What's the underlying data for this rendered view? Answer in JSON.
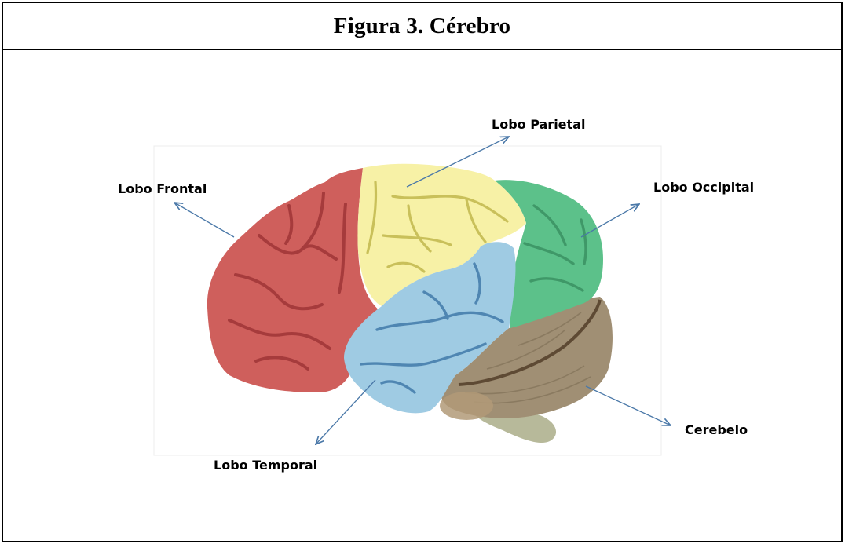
{
  "figure": {
    "title": "Figura 3. Cérebro"
  },
  "labels": {
    "parietal": "Lobo Parietal",
    "frontal": "Lobo Frontal",
    "occipital": "Lobo Occipital",
    "temporal": "Lobo Temporal",
    "cerebelo": "Cerebelo"
  },
  "colors": {
    "frontal": "#cf5f5c",
    "parietal": "#f7f1a6",
    "occipital": "#5cc18a",
    "temporal": "#9fcbe3",
    "cerebelo": "#a08f74",
    "brainstem": "#b7b99a",
    "arrow": "#4a78a8"
  }
}
